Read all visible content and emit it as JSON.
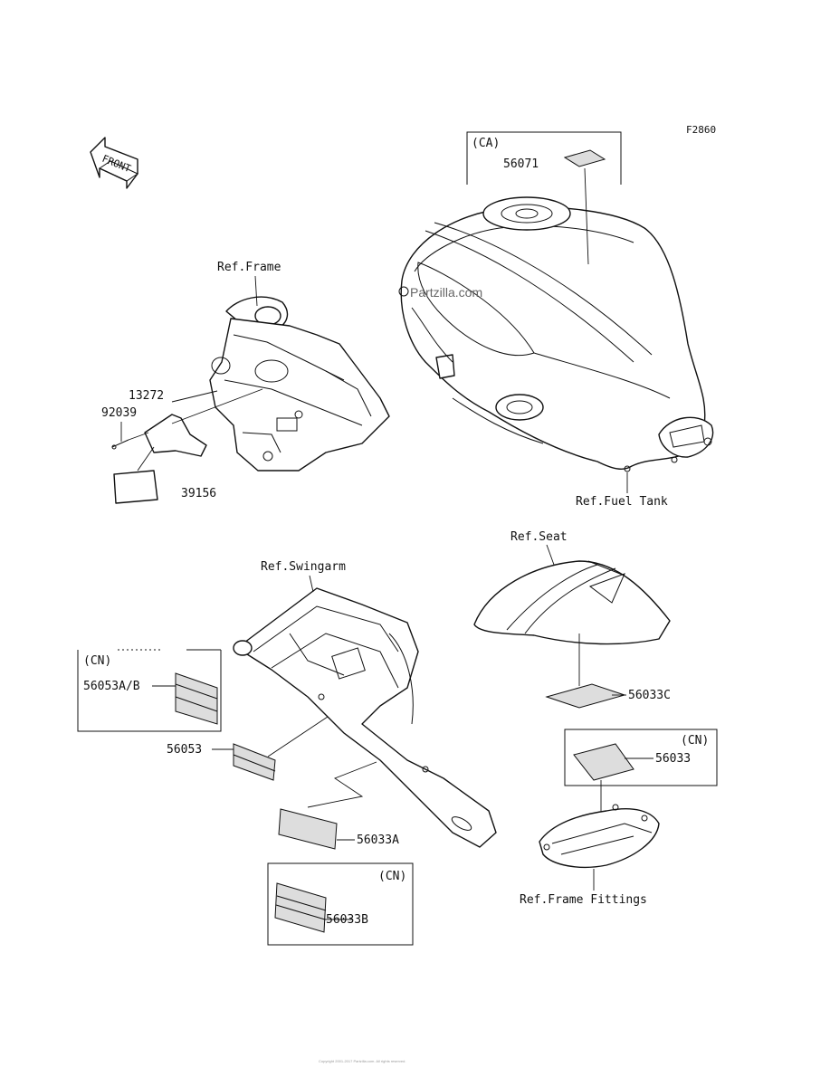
{
  "figure_code": "F2860",
  "front_arrow": "FRONT",
  "watermark": "Partzilla.com",
  "footer": "Copyright 2001-2017 Partzilla.com. All rights reserved.",
  "references": {
    "frame": "Ref.Frame",
    "fuel_tank": "Ref.Fuel Tank",
    "seat": "Ref.Seat",
    "swingarm": "Ref.Swingarm",
    "frame_fittings": "Ref.Frame Fittings"
  },
  "region_tags": {
    "ca": "(CA)",
    "cn_upper_left": "(CN)",
    "cn_right": "(CN)",
    "cn_lower": "(CN)"
  },
  "parts": {
    "p56071": "56071",
    "p13272": "13272",
    "p92039": "92039",
    "p39156": "39156",
    "p56053ab": "56053A/B",
    "p56053": "56053",
    "p56033a": "56033A",
    "p56033b": "56033B",
    "p56033c": "56033C",
    "p56033": "56033"
  }
}
